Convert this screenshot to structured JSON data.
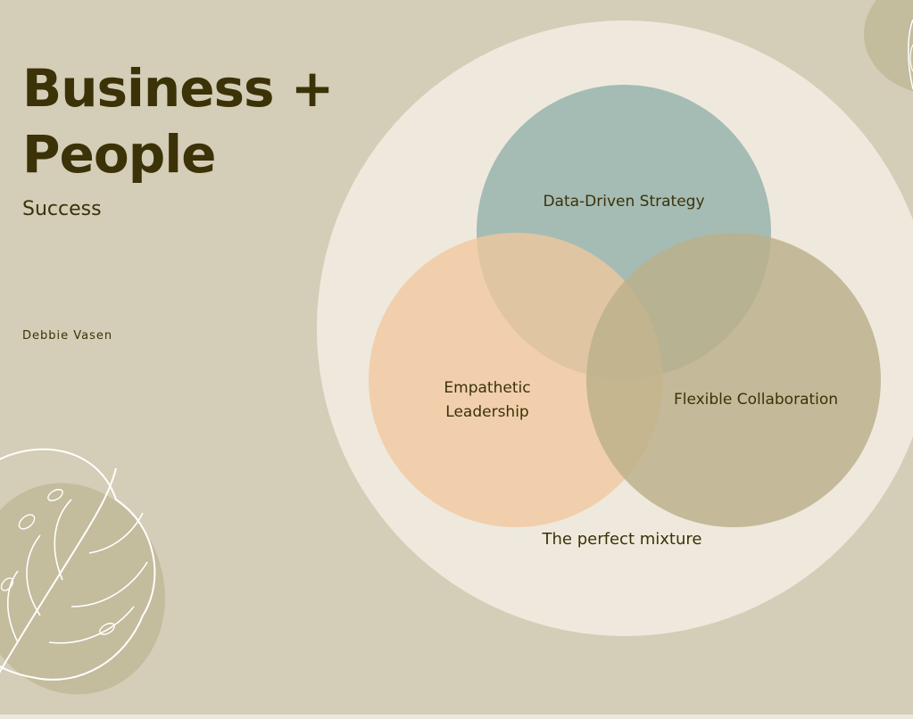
{
  "slide": {
    "title_line1": "Business +",
    "title_line2": "People",
    "subtitle": "Success",
    "author": "Debbie Vasen"
  },
  "venn": {
    "circles": [
      {
        "id": "top",
        "label": "Data-Driven Strategy",
        "color": "#a5bcb5"
      },
      {
        "id": "left",
        "label_line1": "Empathetic",
        "label_line2": "Leadership",
        "color": "#f1c89e"
      },
      {
        "id": "right",
        "label": "Flexible Collaboration",
        "color": "#bbb08a"
      }
    ],
    "caption": "The perfect mixture"
  },
  "colors": {
    "background": "#d4cdb7",
    "outer_circle": "#efe9dd",
    "text": "#3b3208",
    "leaf_outline": "#ffffff",
    "leaf_blob": "#c3bc9d"
  },
  "decorations": [
    "monstera-leaf-icon",
    "monstera-leaf-corner-icon"
  ]
}
